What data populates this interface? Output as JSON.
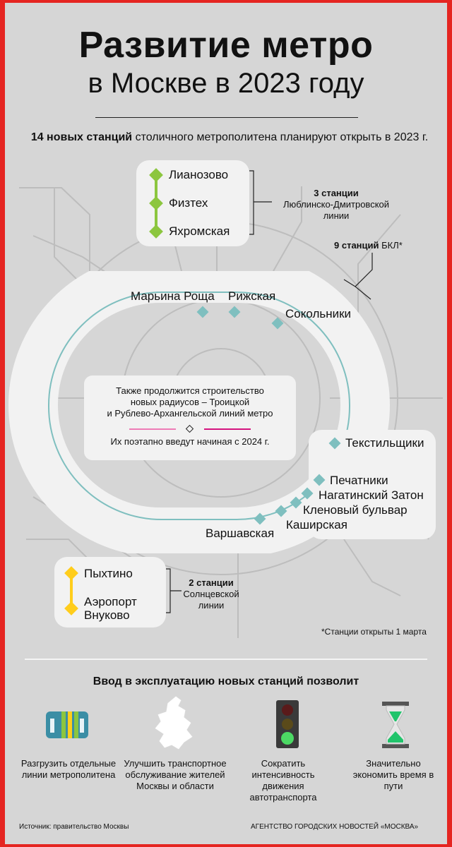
{
  "title": {
    "line1": "Развитие метро",
    "line2": "в Москве в 2023 году"
  },
  "intro": {
    "bold": "14 новых станций",
    "rest": " столичного метрополитена планируют открыть в 2023 г."
  },
  "ldl": {
    "stations": [
      "Лианозово",
      "Физтех",
      "Яхромская"
    ],
    "count": "3 станции",
    "line_name": "Люблинско-Дмитровской линии",
    "color": "#8cc63f"
  },
  "bkl": {
    "count": "9 станций",
    "label": "БКЛ*",
    "color": "#7fbfbf",
    "stations": [
      "Марьина Роща",
      "Рижская",
      "Сокольники",
      "Текстильщики",
      "Печатники",
      "Нагатинский Затон",
      "Кленовый бульвар",
      "Каширская",
      "Варшавская"
    ]
  },
  "center_note": {
    "line1": "Также продолжится строительство",
    "line2": "новых радиусов – Троицкой",
    "line3": "и Рублево-Архангельской линий метро",
    "line4": "Их поэтапно введут начиная с 2024 г.",
    "pink": "#e6007e",
    "magenta": "#d4137f"
  },
  "solntsevo": {
    "stations": [
      "Пыхтино",
      "Аэропорт Внуково"
    ],
    "count": "2 станции",
    "line_name": "Солнцевской линии",
    "color": "#ffcd1c"
  },
  "footnote": "*Станции открыты 1 марта",
  "benefits": {
    "heading": "Ввод в эксплуатацию новых станций позволит",
    "items": [
      {
        "icon": "metro-lines-icon",
        "text": "Разгрузить отдельные линии метрополитена"
      },
      {
        "icon": "moscow-region-map-icon",
        "text": "Улучшить транспортное обслуживание жителей Москвы и области"
      },
      {
        "icon": "traffic-light-icon",
        "text": "Сократить интенсивность движения автотранспорта"
      },
      {
        "icon": "hourglass-icon",
        "text": "Значительно экономить время в пути"
      }
    ]
  },
  "footer": {
    "source": "Источник: правительство Москвы",
    "agency": "АГЕНТСТВО ГОРОДСКИХ НОВОСТЕЙ «МОСКВА»"
  }
}
